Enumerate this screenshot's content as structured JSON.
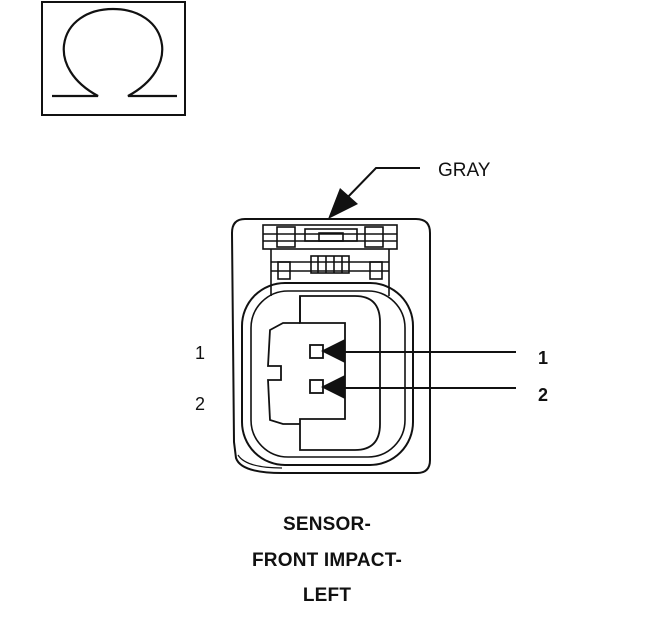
{
  "icon": {
    "name": "ohm-icon"
  },
  "connector": {
    "color_label": "GRAY",
    "pins_left": [
      "1",
      "2"
    ],
    "pins_right": [
      "1",
      "2"
    ]
  },
  "title": {
    "lines": [
      "SENSOR-",
      "FRONT IMPACT-",
      "LEFT"
    ]
  }
}
